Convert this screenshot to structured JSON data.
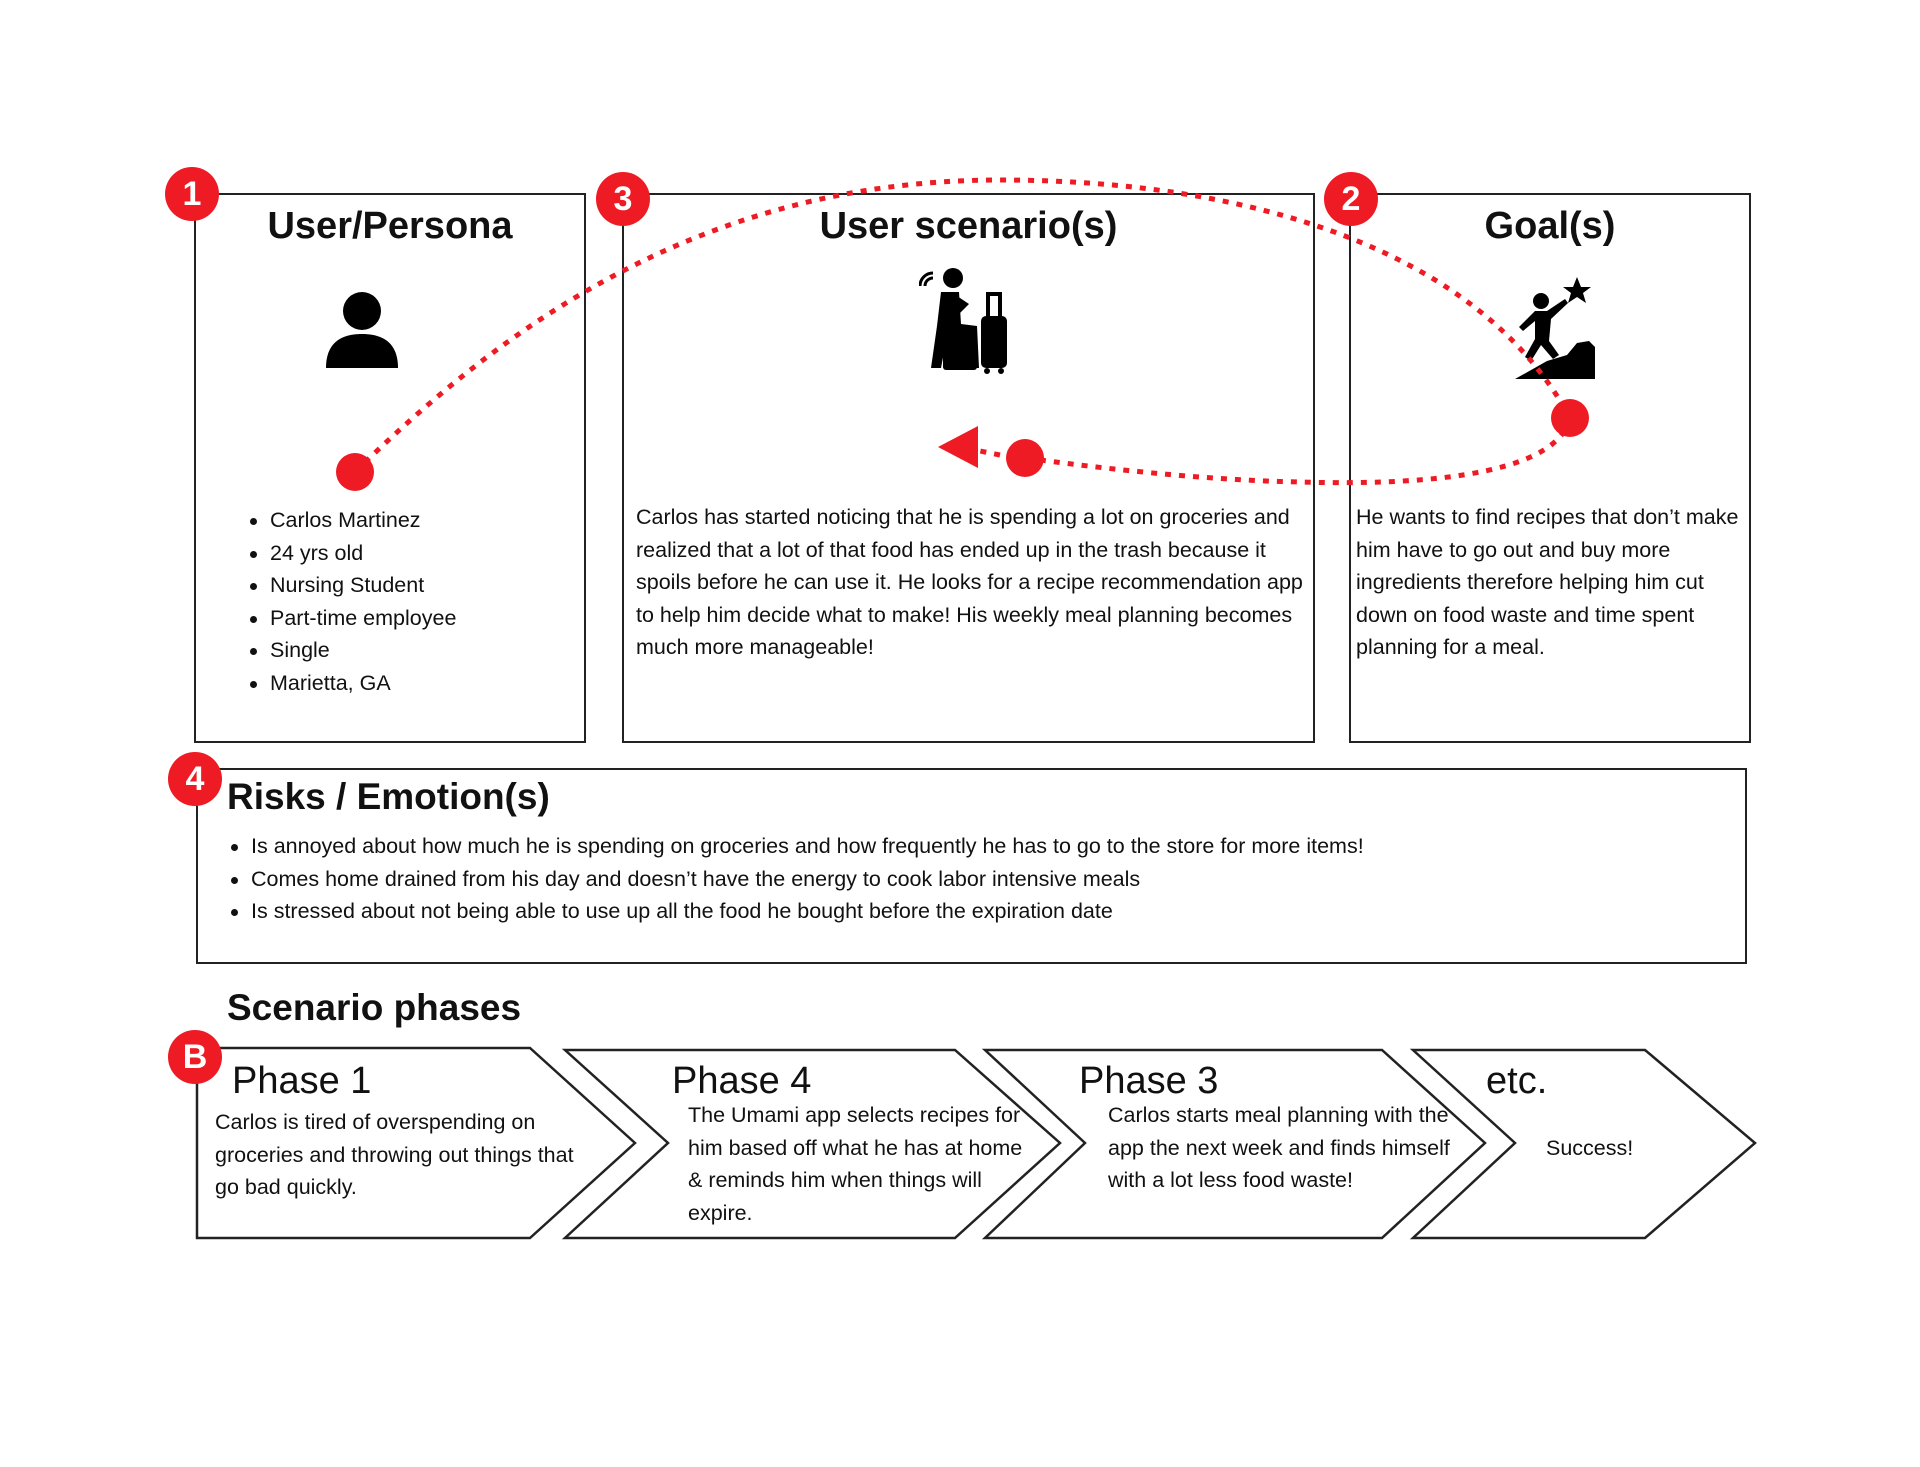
{
  "persona": {
    "badge": "1",
    "title": "User/Persona",
    "icon": "user-icon",
    "details": [
      "Carlos Martinez",
      "24 yrs old",
      "Nursing Student",
      "Part-time employee",
      "Single",
      "Marietta, GA"
    ]
  },
  "scenario": {
    "badge": "3",
    "title": "User scenario(s)",
    "icon": "traveler-with-luggage-icon",
    "text": "Carlos has started noticing that he is spending a lot on groceries and realized that a lot of that food has ended up in the trash because it spoils before he can use it. He looks for a recipe recommendation app to help him decide what to make! His weekly meal planning becomes much more manageable!"
  },
  "goals": {
    "badge": "2",
    "title": "Goal(s)",
    "icon": "climber-reaching-star-icon",
    "text": "He wants to find recipes that don’t make him have to go out and buy more ingredients therefore helping him cut down on food waste and time spent planning for a meal."
  },
  "risks": {
    "badge": "4",
    "title": "Risks / Emotion(s)",
    "items": [
      "Is annoyed about how much he is spending on groceries and how frequently he has to go to the store for more items!",
      "Comes home drained from his day and doesn’t have the energy to cook labor intensive meals",
      "Is stressed about not being able to use up all the food he bought before the expiration date"
    ]
  },
  "phases_section": {
    "badge": "B",
    "title": "Scenario phases",
    "phases": [
      {
        "name": "Phase 1",
        "text": "Carlos is tired of overspending on groceries and throwing out things that go bad quickly."
      },
      {
        "name": "Phase 4",
        "text": "The Umami app selects recipes for him based off what he has at home & reminds him when things will expire."
      },
      {
        "name": "Phase 3",
        "text": "Carlos starts meal planning with the app the next week and finds himself with a lot less food waste!"
      },
      {
        "name": "etc.",
        "text": "Success!"
      }
    ]
  },
  "colors": {
    "accent": "#ee1b24",
    "border": "#222222"
  }
}
